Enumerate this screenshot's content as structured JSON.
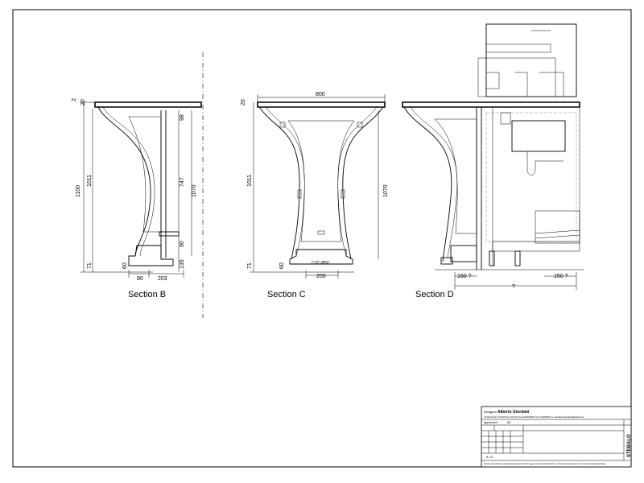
{
  "sections": {
    "b": {
      "caption": "Section B",
      "dims": {
        "total_height": "1100",
        "body_height": "1011",
        "top_2": "2",
        "top_20": "20",
        "inner_98": "98",
        "inner_747": "747",
        "right_1070": "1070",
        "right_90": "90",
        "right_135": "135",
        "base_71": "71",
        "base_60": "60",
        "base_80": "80",
        "base_203": "203"
      }
    },
    "c": {
      "caption": "Section C",
      "dims": {
        "width": "800",
        "top_20": "20",
        "body_height": "1011",
        "right_1070": "1070",
        "base_71": "71",
        "base_60": "60",
        "base_200": "200",
        "pipe_label": "CYC-Ø50"
      }
    },
    "d": {
      "caption": "Section D",
      "dims": {
        "left_150": "150 ?",
        "right_150": "150 ?",
        "overall": "?"
      }
    }
  },
  "title_block": {
    "designer_label": "Designer",
    "designer_name": "Alberto Giordani",
    "address": "Via Bertazzoli, 8 20010 Pero (MI) Tel./Fax 0250290618 Cell. 3343289476 e-mail albertogiordani@steblo.com",
    "approved_label": "approved",
    "approved_value": "55",
    "initials": "A. G.",
    "brand": "STEBALO",
    "footer": "Documento redatto in proprietà riservata a termini di legge con divieto di riproduzione o di renderlo comunque noto a terzi senza autorizzazione."
  },
  "colors": {
    "line": "#000000",
    "hidden_line": "#888888",
    "paper": "#ffffff"
  }
}
